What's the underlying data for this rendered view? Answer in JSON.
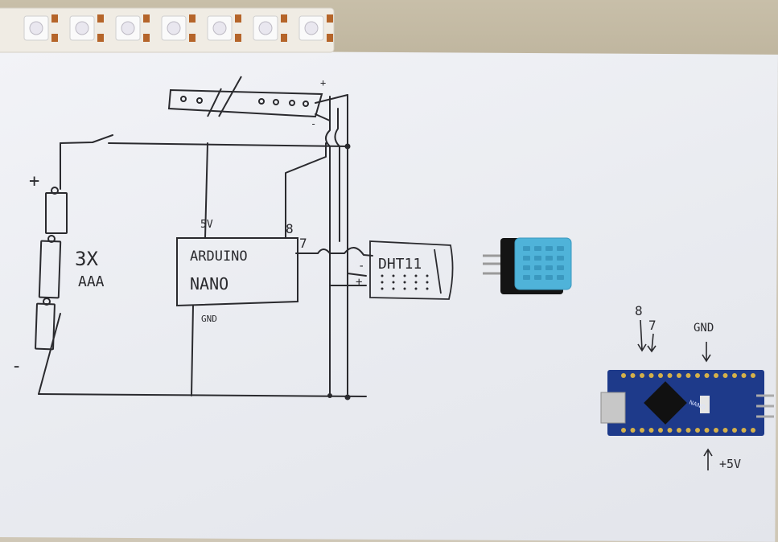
{
  "schematic": {
    "battery_plus": "+",
    "battery_minus": "-",
    "battery_count": "3X",
    "battery_type": "AAA",
    "arduino_line1": "ARDUINO",
    "arduino_line2": "NANO",
    "pin_5v": "5V",
    "pin_8": "8",
    "pin_7": "7",
    "pin_gnd": "GND",
    "sensor_label": "DHT11",
    "strip_plus": "+",
    "strip_minus": "-",
    "dht_minus": "-",
    "dht_plus": "+"
  },
  "nano_notes": {
    "pin_8": "8",
    "pin_7": "7",
    "gnd": "GND",
    "plus5v": "+5V",
    "board_text": "NANO"
  },
  "colors": {
    "ink": "#2a2a2e",
    "sensor_blue": "#4fb3d9",
    "pcb_black": "#141414",
    "nano_blue": "#1e3a8a",
    "led_strip": "#f0ece4",
    "copper": "#b5652a"
  }
}
